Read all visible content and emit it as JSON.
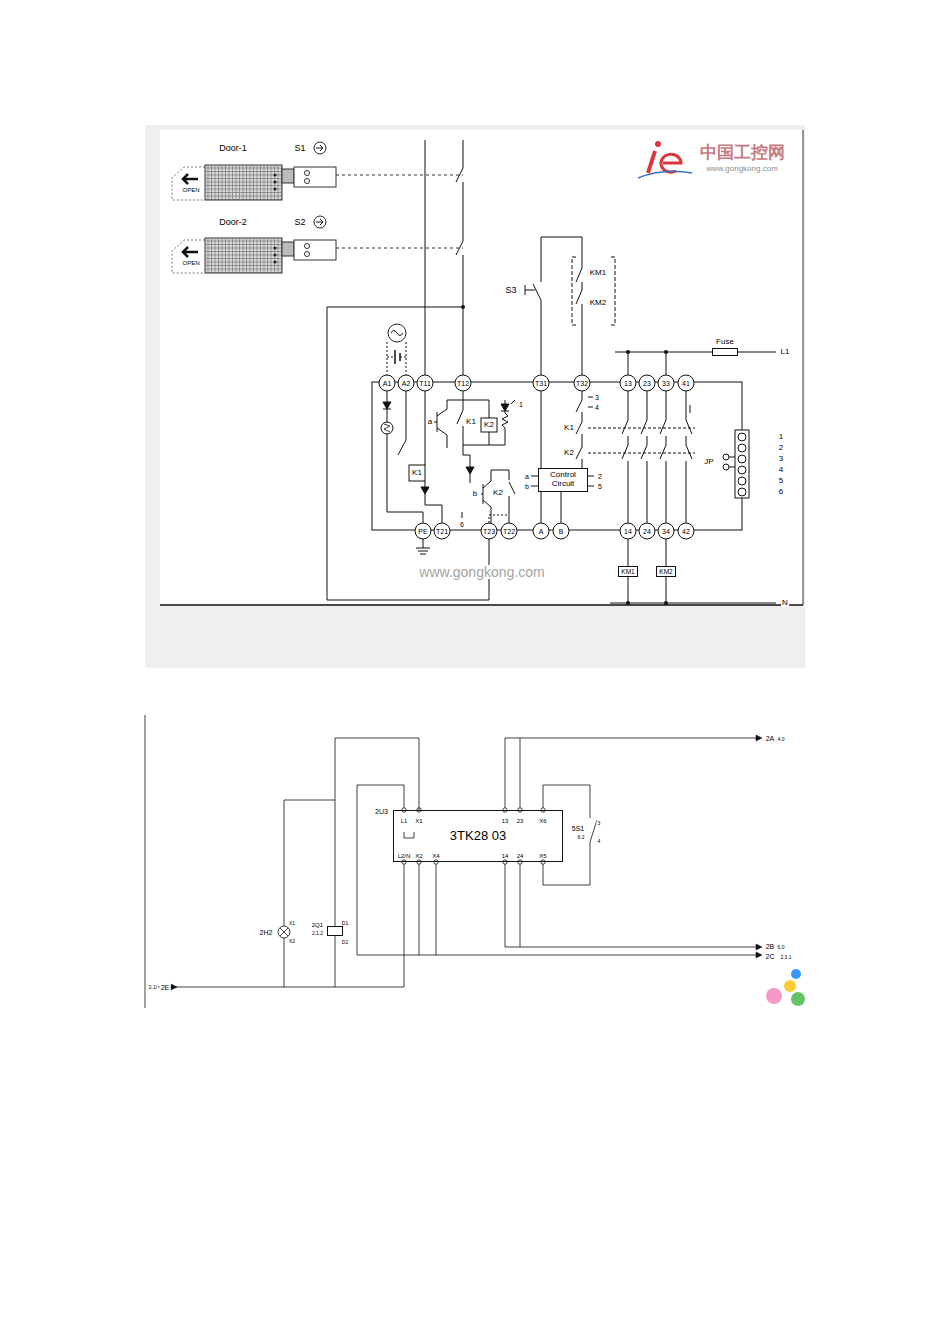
{
  "diagram": {
    "nodes": [
      {
        "text": [
          "Control Circuit"
        ]
      },
      {
        "text": [
          "Fuse"
        ]
      },
      {
        "text": [
          "KM1"
        ]
      },
      {
        "text": [
          "KM2"
        ]
      },
      {
        "text": [
          "2U3",
          "3TK28 03"
        ]
      },
      {
        "text": [
          "2Q1",
          "2.1.2"
        ]
      }
    ],
    "edges": [
      {
        "from": 4,
        "to": 5,
        "arrow": "none"
      }
    ],
    "labels": [
      "Door-1",
      "S1",
      "OPEN",
      "Door-2",
      "S2",
      "OPEN",
      "S3",
      "KM1",
      "KM2",
      "L1",
      "A1",
      "A2",
      "T11",
      "T12",
      "T31",
      "T32",
      "13",
      "23",
      "33",
      "41",
      "PE",
      "T21",
      "T23",
      "T22",
      "A",
      "B",
      "14",
      "24",
      "34",
      "42",
      "a",
      "K1",
      "K2",
      "1",
      "K1",
      "b",
      "K2",
      "6",
      "3",
      "4",
      "K1",
      "K2",
      "a",
      "b",
      "2",
      "5",
      "JP",
      "1",
      "2",
      "3",
      "4",
      "5",
      "6",
      "N",
      "www.gongkong.com",
      "中国工控网",
      "www.gongkong.com",
      "L1",
      "X1",
      "13",
      "23",
      "X6",
      "L2/N",
      "X2",
      "X4",
      "14",
      "24",
      "X5",
      "5S1",
      "6.2",
      "3",
      "4",
      "2A",
      "4.0",
      "2B",
      "6.0",
      "2C",
      "2.3.1",
      "2.1/",
      "2E",
      "2H2",
      "X1",
      "X2",
      "D1",
      "D2"
    ]
  }
}
